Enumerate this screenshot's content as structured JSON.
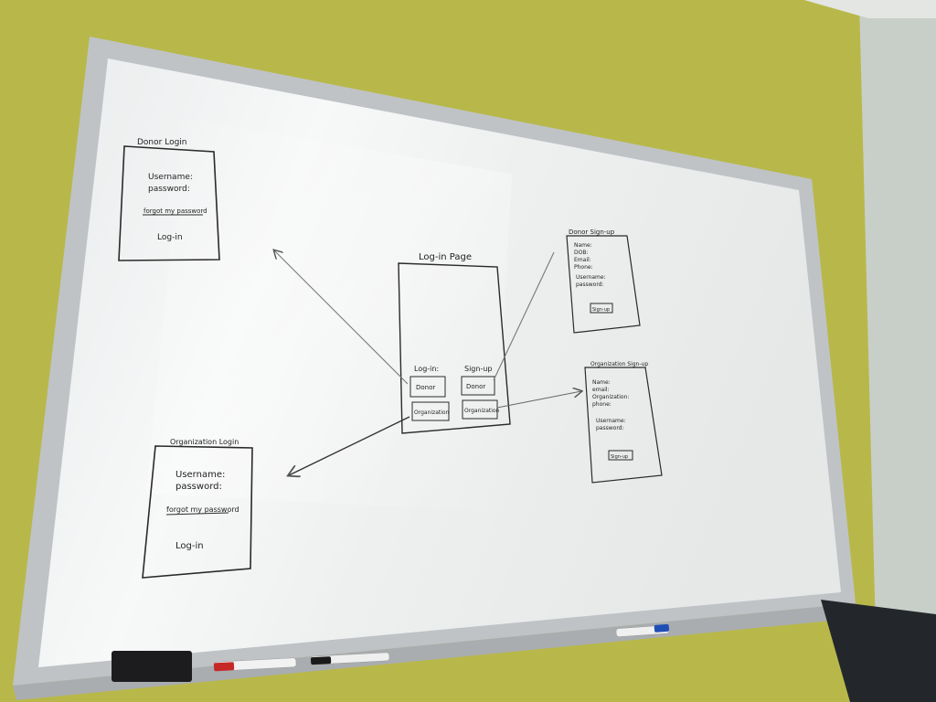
{
  "whiteboard": {
    "colors": {
      "wall": "#b8b84a",
      "board": "#f3f4f4",
      "frame": "#c9cccf",
      "ink": "#2a2a2a",
      "arrow": "#6a6a6a"
    },
    "donor_login": {
      "title": "Donor Login",
      "username": "Username:",
      "password": "password:",
      "forgot": "forgot my password",
      "action": "Log-in"
    },
    "login_page": {
      "title": "Log-in Page",
      "login_heading": "Log-in:",
      "signup_heading": "Sign-up",
      "login_donor": "Donor",
      "login_org": "Organization",
      "signup_donor": "Donor",
      "signup_org": "Organization"
    },
    "donor_signup": {
      "title": "Donor Sign-up",
      "fields": [
        "Name:",
        "DOB:",
        "Email:",
        "Phone:"
      ],
      "username": "Username:",
      "password": "password:",
      "action": "Sign-up"
    },
    "org_signup": {
      "title": "Organization Sign-up",
      "fields": [
        "Name:",
        "email:",
        "Organization:",
        "phone:"
      ],
      "username": "Username:",
      "password": "password:",
      "action": "Sign-up"
    },
    "org_login": {
      "title": "Organization Login",
      "username": "Username:",
      "password": "password:",
      "forgot": "forgot my password",
      "action": "Log-in"
    }
  }
}
